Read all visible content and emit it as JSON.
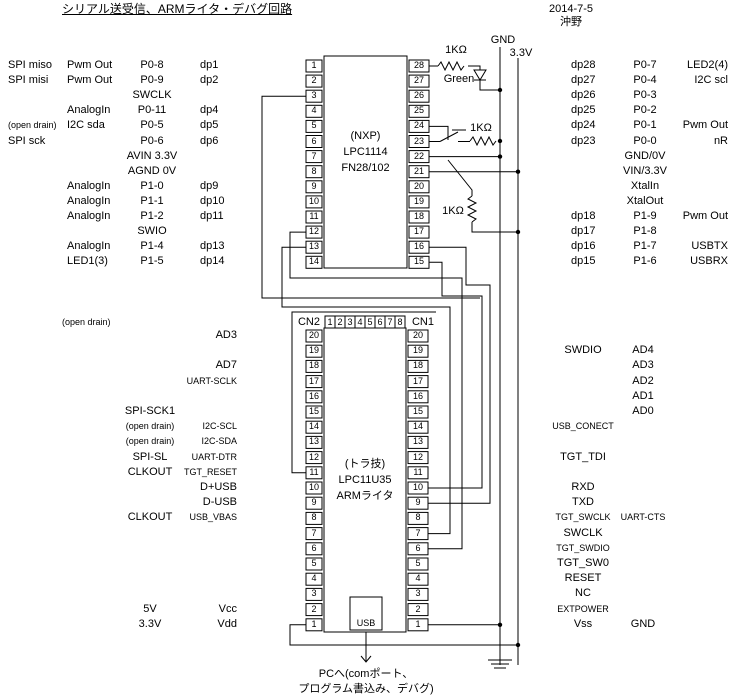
{
  "title": "シリアル送受信、ARMライタ・デバグ回路",
  "date": "2014-7-5",
  "author": "沖野",
  "rails": {
    "gnd": "GND",
    "v33": "3.3V"
  },
  "chip1": {
    "lines": [
      "(NXP)",
      "LPC1114",
      "FN28/102"
    ],
    "left_pins": [
      "1",
      "2",
      "3",
      "4",
      "5",
      "6",
      "7",
      "8",
      "9",
      "10",
      "11",
      "12",
      "13",
      "14"
    ],
    "right_pins": [
      "28",
      "27",
      "26",
      "25",
      "24",
      "23",
      "22",
      "21",
      "20",
      "19",
      "18",
      "17",
      "16",
      "15"
    ]
  },
  "chip2": {
    "lines": [
      "(トラ技)",
      "LPC11U35",
      "ARMライタ"
    ],
    "left_pins": [
      "20",
      "19",
      "18",
      "17",
      "16",
      "15",
      "14",
      "13",
      "12",
      "11",
      "10",
      "9",
      "8",
      "7",
      "6",
      "5",
      "4",
      "3",
      "2",
      "1"
    ],
    "right_pins": [
      "20",
      "19",
      "18",
      "17",
      "16",
      "15",
      "14",
      "13",
      "12",
      "11",
      "10",
      "9",
      "8",
      "7",
      "6",
      "5",
      "4",
      "3",
      "2",
      "1"
    ],
    "cn_left": "CN2",
    "cn_right": "CN1",
    "switch_labels": [
      "1",
      "2",
      "3",
      "4",
      "5",
      "6",
      "7",
      "8"
    ],
    "usb": "USB"
  },
  "parts": {
    "r1": "1KΩ",
    "led": "Green",
    "r2": "1KΩ",
    "r3": "1KΩ"
  },
  "c1_left": [
    {
      "col1": "SPI miso",
      "col2": "Pwm Out",
      "port": "P0-8",
      "dp": "dp1"
    },
    {
      "col1": "SPI misi",
      "col2": "Pwm Out",
      "port": "P0-9",
      "dp": "dp2"
    },
    {
      "col1": "",
      "col2": "",
      "port": "SWCLK",
      "dp": ""
    },
    {
      "col1": "",
      "col2": "AnalogIn",
      "port": "P0-11",
      "dp": "dp4"
    },
    {
      "col1": "(open drain)",
      "col2": "I2C sda",
      "port": "P0-5",
      "dp": "dp5"
    },
    {
      "col1": "SPI sck",
      "col2": "",
      "port": "P0-6",
      "dp": "dp6"
    },
    {
      "col1": "",
      "col2": "",
      "port": "AVIN 3.3V",
      "dp": ""
    },
    {
      "col1": "",
      "col2": "",
      "port": "AGND 0V",
      "dp": ""
    },
    {
      "col1": "",
      "col2": "AnalogIn",
      "port": "P1-0",
      "dp": "dp9"
    },
    {
      "col1": "",
      "col2": "AnalogIn",
      "port": "P1-1",
      "dp": "dp10"
    },
    {
      "col1": "",
      "col2": "AnalogIn",
      "port": "P1-2",
      "dp": "dp11"
    },
    {
      "col1": "",
      "col2": "",
      "port": "SWIO",
      "dp": ""
    },
    {
      "col1": "",
      "col2": "AnalogIn",
      "port": "P1-4",
      "dp": "dp13"
    },
    {
      "col1": "",
      "col2": "LED1(3)",
      "port": "P1-5",
      "dp": "dp14"
    }
  ],
  "c1_right": [
    {
      "dp": "dp28",
      "port": "P0-7",
      "func": "LED2(4)"
    },
    {
      "dp": "dp27",
      "port": "P0-4",
      "func": "I2C scl"
    },
    {
      "dp": "dp26",
      "port": "P0-3",
      "func": ""
    },
    {
      "dp": "dp25",
      "port": "P0-2",
      "func": ""
    },
    {
      "dp": "dp24",
      "port": "P0-1",
      "func": "Pwm Out"
    },
    {
      "dp": "dp23",
      "port": "P0-0",
      "func": "nR"
    },
    {
      "dp": "",
      "port": "GND/0V",
      "func": ""
    },
    {
      "dp": "",
      "port": "VIN/3.3V",
      "func": ""
    },
    {
      "dp": "",
      "port": "XtalIn",
      "func": ""
    },
    {
      "dp": "",
      "port": "XtalOut",
      "func": ""
    },
    {
      "dp": "dp18",
      "port": "P1-9",
      "func": "Pwm Out"
    },
    {
      "dp": "dp17",
      "port": "P1-8",
      "func": ""
    },
    {
      "dp": "dp16",
      "port": "P1-7",
      "func": "USBTX"
    },
    {
      "dp": "dp15",
      "port": "P1-6",
      "func": "USBRX"
    }
  ],
  "c2_left_note": "(open drain)",
  "c2_left": [
    {
      "a": "",
      "b": "AD3"
    },
    {
      "a": "",
      "b": ""
    },
    {
      "a": "",
      "b": "AD7"
    },
    {
      "a": "",
      "b": "UART-SCLK"
    },
    {
      "a": "",
      "b": ""
    },
    {
      "a": "SPI-SCK1",
      "b": ""
    },
    {
      "a": "(open drain)",
      "b": "I2C-SCL"
    },
    {
      "a": "(open drain)",
      "b": "I2C-SDA"
    },
    {
      "a": "SPI-SL",
      "b": "UART-DTR"
    },
    {
      "a": "CLKOUT",
      "b": "TGT_RESET"
    },
    {
      "a": "",
      "b": "D+USB"
    },
    {
      "a": "",
      "b": "D-USB"
    },
    {
      "a": "CLKOUT",
      "b": "USB_VBAS"
    },
    {
      "a": "",
      "b": ""
    },
    {
      "a": "",
      "b": ""
    },
    {
      "a": "",
      "b": ""
    },
    {
      "a": "",
      "b": ""
    },
    {
      "a": "",
      "b": ""
    },
    {
      "a": "5V",
      "b": "Vcc"
    },
    {
      "a": "3.3V",
      "b": "Vdd"
    }
  ],
  "c2_right": [
    {
      "a": "",
      "b": ""
    },
    {
      "a": "SWDIO",
      "b": "AD4"
    },
    {
      "a": "",
      "b": "AD3"
    },
    {
      "a": "",
      "b": "AD2"
    },
    {
      "a": "",
      "b": "AD1"
    },
    {
      "a": "",
      "b": "AD0"
    },
    {
      "a": "USB_CONECT",
      "b": ""
    },
    {
      "a": "",
      "b": ""
    },
    {
      "a": "TGT_TDI",
      "b": ""
    },
    {
      "a": "",
      "b": ""
    },
    {
      "a": "RXD",
      "b": ""
    },
    {
      "a": "TXD",
      "b": ""
    },
    {
      "a": "TGT_SWCLK",
      "b": "UART-CTS"
    },
    {
      "a": "SWCLK",
      "b": ""
    },
    {
      "a": "TGT_SWDIO",
      "b": ""
    },
    {
      "a": "TGT_SW0",
      "b": ""
    },
    {
      "a": "RESET",
      "b": ""
    },
    {
      "a": "NC",
      "b": ""
    },
    {
      "a": "EXTPOWER",
      "b": ""
    },
    {
      "a": "Vss",
      "b": "GND"
    }
  ],
  "pc_note_line1": "PCへ(comポート、",
  "pc_note_line2": "プログラム書込み、デバグ)"
}
